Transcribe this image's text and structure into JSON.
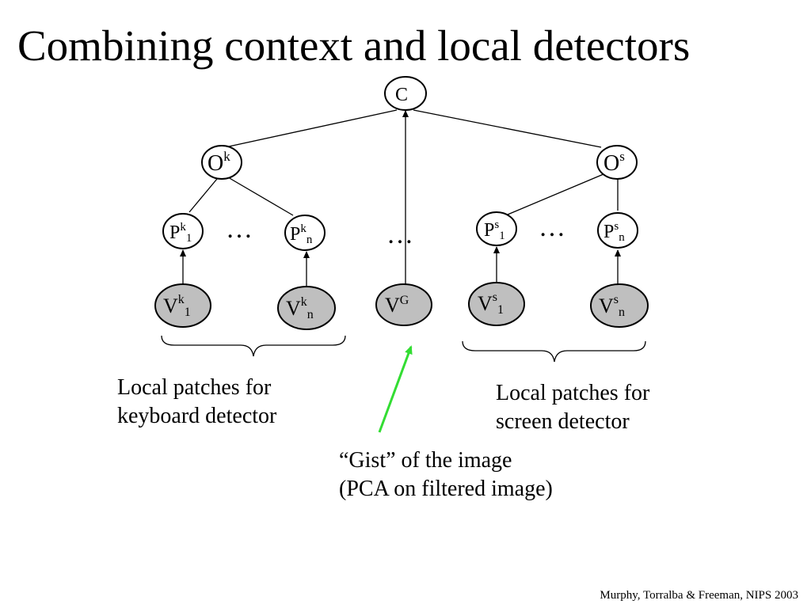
{
  "slide": {
    "title": "Combining context and local detectors",
    "credit": "Murphy, Torralba & Freeman, NIPS 2003"
  },
  "nodes": {
    "context": {
      "base": "C"
    },
    "object_keyboard": {
      "base": "O",
      "sup": "k"
    },
    "object_screen": {
      "base": "O",
      "sup": "s"
    },
    "patch_k1": {
      "base": "P",
      "sup": "k",
      "sub": "1"
    },
    "patch_kn": {
      "base": "P",
      "sup": "k",
      "sub": "n"
    },
    "patch_s1": {
      "base": "P",
      "sup": "s",
      "sub": "1"
    },
    "patch_sn": {
      "base": "P",
      "sup": "s",
      "sub": "n"
    },
    "obs_k1": {
      "base": "V",
      "sup": "k",
      "sub": "1"
    },
    "obs_kn": {
      "base": "V",
      "sup": "k",
      "sub": "n"
    },
    "obs_gist": {
      "base": "V",
      "sup": "G"
    },
    "obs_s1": {
      "base": "V",
      "sup": "s",
      "sub": "1"
    },
    "obs_sn": {
      "base": "V",
      "sup": "s",
      "sub": "n"
    }
  },
  "ellipsis": {
    "keyboard": "…",
    "middle": "…",
    "screen": "…"
  },
  "captions": {
    "keyboard": [
      "Local patches for",
      "keyboard detector"
    ],
    "screen": [
      "Local patches for",
      "screen detector"
    ],
    "gist": [
      "“Gist” of the image",
      "(PCA on filtered image)"
    ]
  },
  "colors": {
    "observed_fill": "#bfbfbf",
    "hidden_fill": "#ffffff",
    "stroke": "#000000",
    "gist_arrow": "#33dd33"
  }
}
